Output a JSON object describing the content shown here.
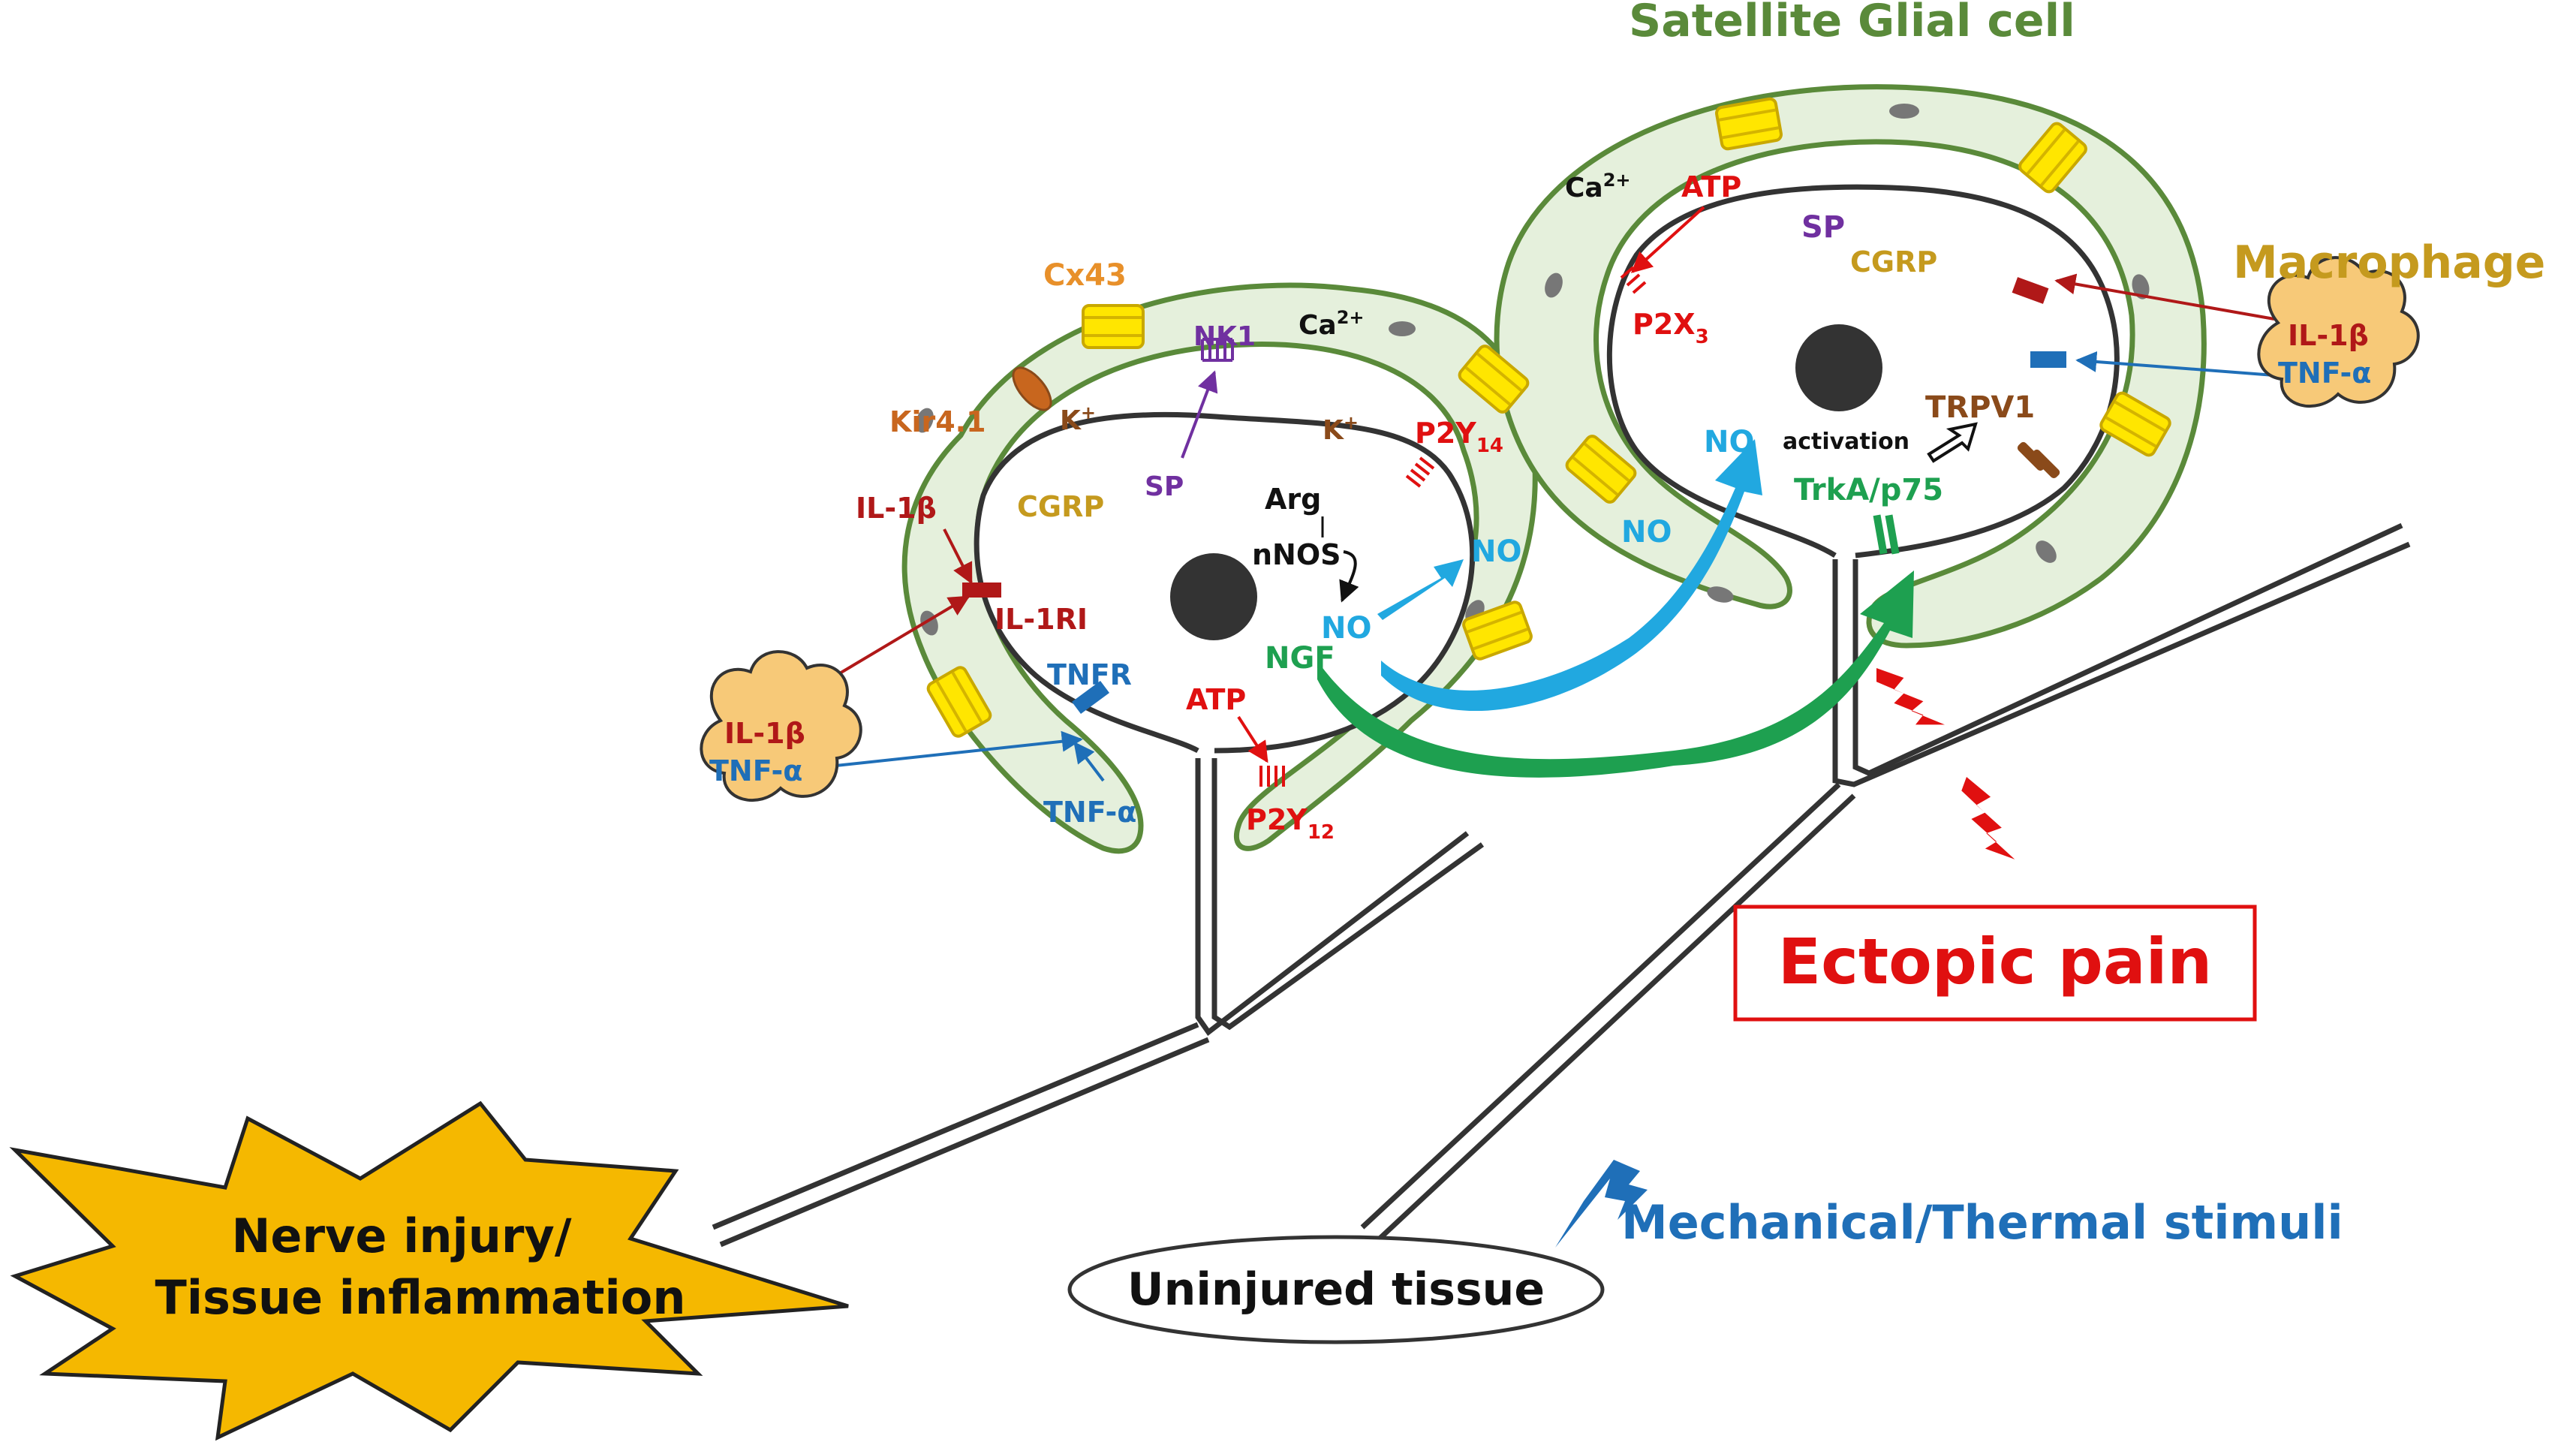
{
  "labels": {
    "satellite_glial_cell": "Satellite Glial cell",
    "macrophage": "Macrophage",
    "cx43": "Cx43",
    "kir41": "Kir4.1",
    "k_plus": "K",
    "k_sup": "+",
    "ca_plus": "Ca",
    "ca_sup": "2+",
    "nk1": "NK1",
    "sp": "SP",
    "cgrp": "CGRP",
    "il1b": "IL-1β",
    "il1ri": "IL-1RI",
    "tnfr": "TNFR",
    "tnfa": "TNF-α",
    "atp": "ATP",
    "p2y": "P2Y",
    "p2y12_sub": "12",
    "p2y14_sub": "14",
    "p2x": "P2X",
    "p2x3_sub": "3",
    "arg": "Arg",
    "nnos": "nNOS",
    "no": "NO",
    "ngf": "NGF",
    "trpv1": "TRPV1",
    "activation": "activation",
    "trka": "TrkA/p75",
    "ectopic_pain": "Ectopic pain",
    "mechanical_thermal": "Mechanical/Thermal stimuli",
    "uninjured_tissue": "Uninjured tissue",
    "nerve_injury_line1": "Nerve injury/",
    "nerve_injury_line2": "Tissue inflammation"
  },
  "colors": {
    "glia_fill": "#e5f0dc",
    "glia_stroke": "#5a8a3a",
    "gap_junction": "#ffe600",
    "green_label": "#5a8a3a",
    "orange": "#e8902a",
    "kir": "#c8661e",
    "brown": "#8a4a1a",
    "purple": "#7030a0",
    "gold": "#c59a1e",
    "red": "#e01010",
    "dark_red": "#b01818",
    "blue": "#1f6fb8",
    "cyan": "#21a8e0",
    "green": "#1ea050",
    "nucleus": "#333333",
    "star": "#f5b800",
    "cytokine_fill": "#f7c978"
  }
}
